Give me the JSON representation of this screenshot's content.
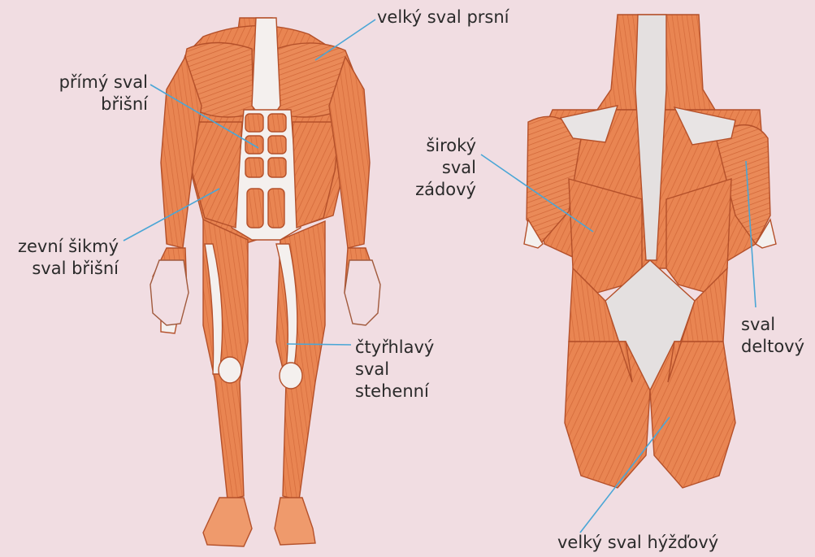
{
  "labels": {
    "pectoralis": "velký sval prsní",
    "rectus_line1": "přímý sval",
    "rectus_line2": "břišní",
    "oblique_line1": "zevní šikmý",
    "oblique_line2": "sval břišní",
    "quadriceps_line1": "čtyřhlavý",
    "quadriceps_line2": "sval",
    "quadriceps_line3": "stehenní",
    "latissimus_line1": "široký",
    "latissimus_line2": "sval",
    "latissimus_line3": "zádový",
    "deltoid_line1": "sval",
    "deltoid_line2": "deltový",
    "gluteus": "velký sval hýžďový"
  },
  "colors": {
    "background": "#f1dde2",
    "muscle": "#e98552",
    "muscle_dark": "#c9592c",
    "tendon": "#f4f0ee",
    "pointer_line": "#4aa6d6"
  }
}
